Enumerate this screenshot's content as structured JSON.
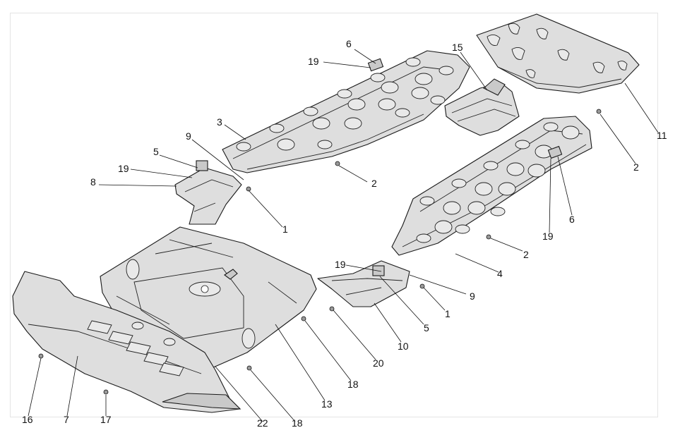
{
  "callouts": [
    {
      "id": "c-6a",
      "text": "6"
    },
    {
      "id": "c-19a",
      "text": "19"
    },
    {
      "id": "c-15",
      "text": "15"
    },
    {
      "id": "c-3",
      "text": "3"
    },
    {
      "id": "c-9a",
      "text": "9"
    },
    {
      "id": "c-5a",
      "text": "5"
    },
    {
      "id": "c-19b",
      "text": "19"
    },
    {
      "id": "c-8",
      "text": "8"
    },
    {
      "id": "c-2a",
      "text": "2"
    },
    {
      "id": "c-1a",
      "text": "1"
    },
    {
      "id": "c-11",
      "text": "11"
    },
    {
      "id": "c-2b",
      "text": "2"
    },
    {
      "id": "c-6b",
      "text": "6"
    },
    {
      "id": "c-19c",
      "text": "19"
    },
    {
      "id": "c-2c",
      "text": "2"
    },
    {
      "id": "c-4",
      "text": "4"
    },
    {
      "id": "c-19d",
      "text": "19"
    },
    {
      "id": "c-9b",
      "text": "9"
    },
    {
      "id": "c-1b",
      "text": "1"
    },
    {
      "id": "c-5b",
      "text": "5"
    },
    {
      "id": "c-10",
      "text": "10"
    },
    {
      "id": "c-20",
      "text": "20"
    },
    {
      "id": "c-18a",
      "text": "18"
    },
    {
      "id": "c-13",
      "text": "13"
    },
    {
      "id": "c-18b",
      "text": "18"
    },
    {
      "id": "c-22",
      "text": "22"
    },
    {
      "id": "c-16",
      "text": "16"
    },
    {
      "id": "c-7",
      "text": "7"
    },
    {
      "id": "c-17",
      "text": "17"
    }
  ]
}
